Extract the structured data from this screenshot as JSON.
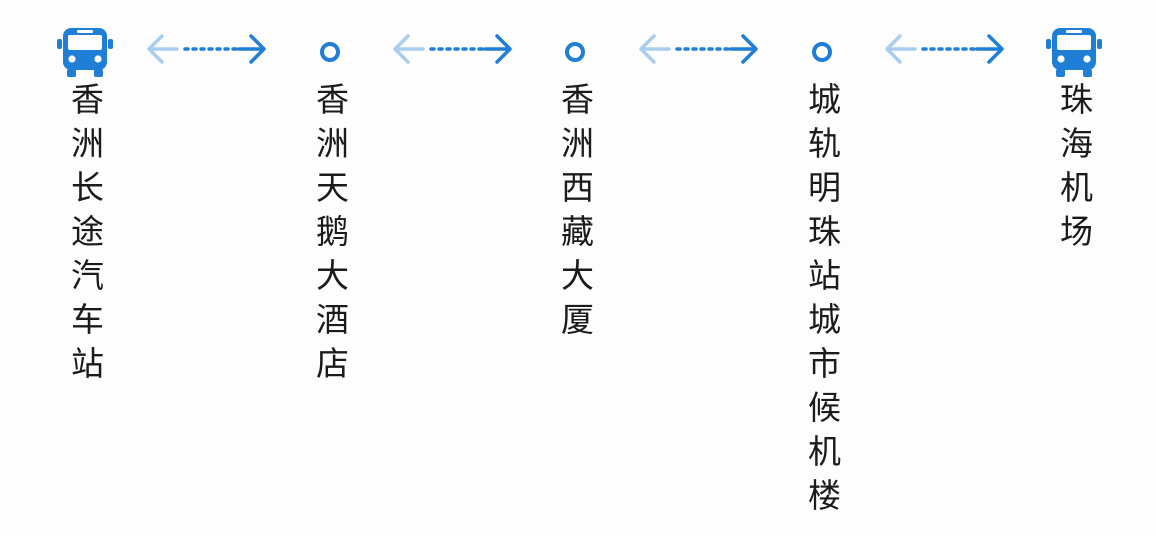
{
  "colors": {
    "accent": "#1f7fd6",
    "accent_light": "#a9cdee",
    "text": "#1b1b1b"
  },
  "stops": [
    {
      "name": "香洲长途汽车站",
      "icon": "bus-icon"
    },
    {
      "name": "香洲天鹅大酒店",
      "icon": "stop-ring-icon"
    },
    {
      "name": "香洲西藏大厦",
      "icon": "stop-ring-icon"
    },
    {
      "name": "城轨明珠站城市候机楼",
      "icon": "stop-ring-icon"
    },
    {
      "name": "珠海机场",
      "icon": "bus-icon"
    }
  ],
  "connectors": [
    {
      "icon": "bidirectional-arrow-icon"
    },
    {
      "icon": "bidirectional-arrow-icon"
    },
    {
      "icon": "bidirectional-arrow-icon"
    },
    {
      "icon": "bidirectional-arrow-icon"
    }
  ]
}
